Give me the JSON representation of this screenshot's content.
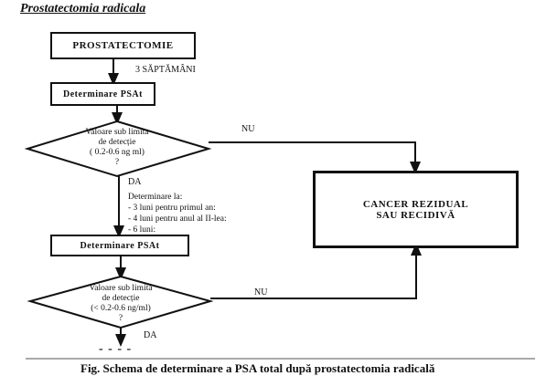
{
  "title": "Prostatectomia radicala",
  "nodes": {
    "start": "PROSTATECTOMIE",
    "det1": "Determinare PSAt",
    "decision1": [
      "Valoare sub limita",
      "de detecție",
      "( 0.2-0.6 ng ml)",
      "?"
    ],
    "result": [
      "CANCER REZIDUAL",
      "SAU RECIDIVĂ"
    ],
    "det2": "Determinare PSAt",
    "decision2": [
      "Valoare sub limita",
      "de detecție",
      "(< 0.2-0.6 ng/ml)",
      "?"
    ]
  },
  "labels": {
    "interval": "3 SĂPTĂMÂNI",
    "no1": "NU",
    "yes1": "DA",
    "no2": "NU",
    "yes2": "DA"
  },
  "schedule": {
    "heading": "Determinare la:",
    "items": [
      "- 3 luni pentru primul an:",
      "- 4 luni pentru anul al II-lea:",
      "- 6 luni:"
    ]
  },
  "continuation": "- - - -",
  "caption": "Fig. Schema de determinare a PSA total după prostatectomia radicală"
}
